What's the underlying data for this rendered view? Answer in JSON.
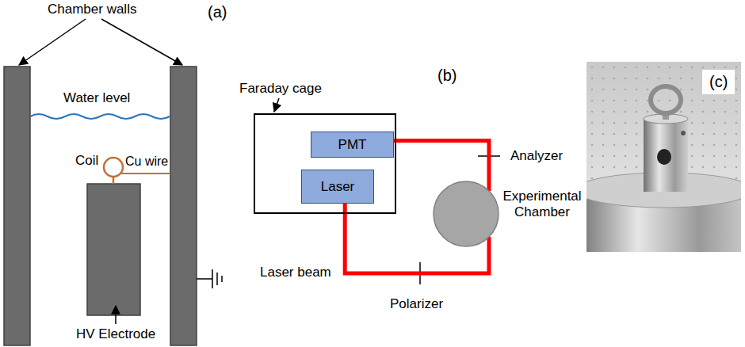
{
  "diagram": {
    "nodes": [
      {
        "text": [
          "Faraday cage"
        ]
      },
      {
        "text": [
          "PMT"
        ],
        "in": 0
      },
      {
        "text": [
          "Laser"
        ],
        "in": 0
      },
      {
        "text": [
          "Experimental Chamber"
        ]
      }
    ],
    "edges": [
      {
        "from": 2,
        "to": 3,
        "arrow": "none"
      },
      {
        "from": 3,
        "to": 1,
        "arrow": "none"
      }
    ],
    "labels": [
      "Chamber walls",
      "(a)",
      "Water level",
      "Coil",
      "Cu wire",
      "HV Electrode",
      "(b)",
      "Analyzer",
      "Laser beam",
      "Polarizer",
      "(c)"
    ]
  }
}
